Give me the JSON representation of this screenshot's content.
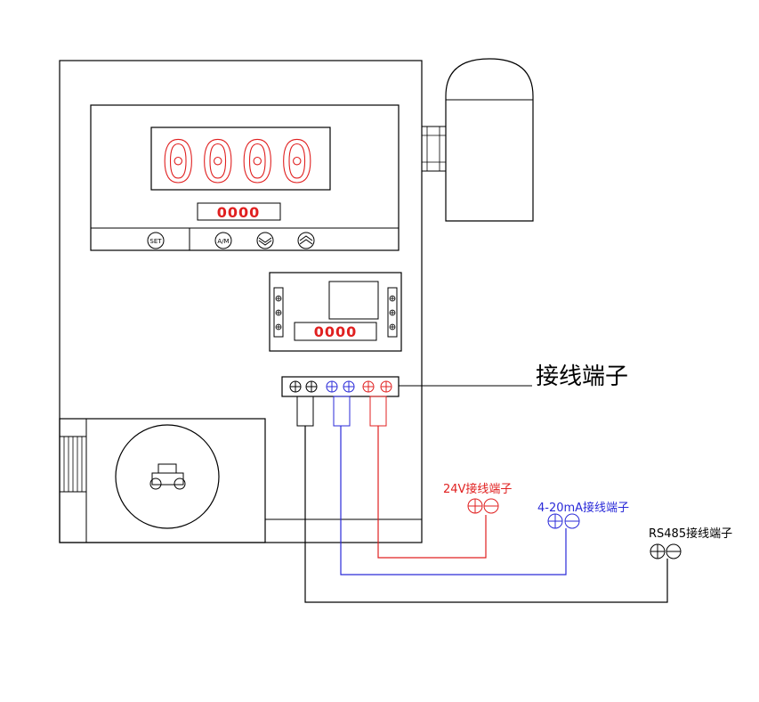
{
  "display": {
    "main_value": "0000",
    "sub_value": "0000",
    "module_value": "0000"
  },
  "buttons": {
    "set": "SET",
    "auto_manual": "A/M"
  },
  "labels": {
    "terminal_block": "接线端子",
    "terminal_24v": "24V接线端子",
    "terminal_4_20ma": "4-20mA接线端子",
    "terminal_rs485": "RS485接线端子"
  },
  "colors": {
    "line": "#000000",
    "power_24v": "#e02020",
    "signal_4_20ma": "#2a2ad8"
  }
}
